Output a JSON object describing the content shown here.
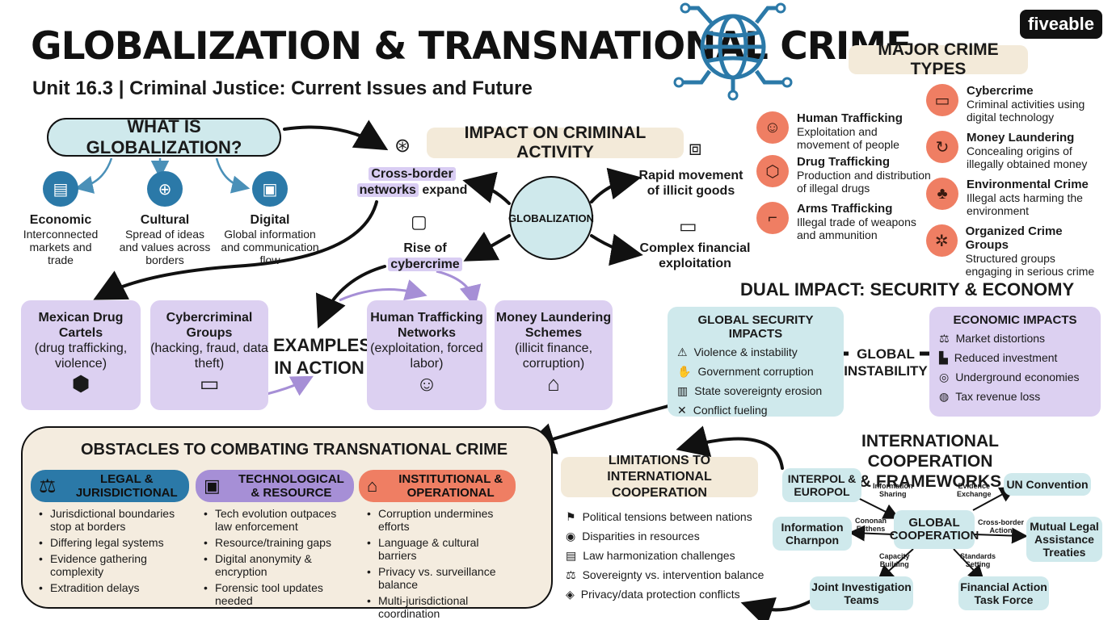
{
  "header": {
    "title": "GLOBALIZATION & TRANSNATIONAL CRIME",
    "subtitle": "Unit 16.3 |  Criminal Justice: Current Issues and Future",
    "brand": "fiveable"
  },
  "globalization": {
    "title": "WHAT IS GLOBALIZATION?",
    "items": [
      {
        "label": "Economic",
        "desc": "Interconnected markets and trade",
        "icon": "money-stack-icon"
      },
      {
        "label": "Cultural",
        "desc": "Spread of ideas and values across borders",
        "icon": "globe-icon"
      },
      {
        "label": "Digital",
        "desc": "Global information and communication flow",
        "icon": "chip-icon"
      }
    ]
  },
  "impact": {
    "title": "IMPACT ON CRIMINAL ACTIVITY",
    "center": "GLOBALIZATION",
    "cross_border_1": "Cross-border",
    "cross_border_2": "networks",
    "cross_border_3": "expand",
    "rise_1": "Rise of",
    "rise_2": "cybercrime",
    "rapid_1": "Rapid movement",
    "rapid_2": "of illicit goods",
    "complex_1": "Complex financial",
    "complex_2": "exploitation"
  },
  "major_crimes": {
    "title": "MAJOR CRIME TYPES",
    "left": [
      {
        "title": "Human Trafficking",
        "desc": "Exploitation and movement of people",
        "icon": "people-icon"
      },
      {
        "title": "Drug Trafficking",
        "desc": "Production and distribution of illegal drugs",
        "icon": "pills-icon"
      },
      {
        "title": "Arms Trafficking",
        "desc": "Illegal trade of weapons and ammunition",
        "icon": "gun-icon"
      }
    ],
    "right": [
      {
        "title": "Cybercrime",
        "desc": "Criminal activities using digital technology",
        "icon": "laptop-icon"
      },
      {
        "title": "Money Laundering",
        "desc": "Concealing origins of illegally obtained money",
        "icon": "cycle-icon"
      },
      {
        "title": "Environmental Crime",
        "desc": "Illegal acts harming the environment",
        "icon": "tree-icon"
      },
      {
        "title": "Organized Crime Groups",
        "desc": "Structured groups engaging in serious crime",
        "icon": "network-icon"
      }
    ]
  },
  "examples": {
    "center_1": "EXAMPLES",
    "center_2": "IN ACTION",
    "items": [
      {
        "title": "Mexican Drug Cartels",
        "desc": "(drug trafficking, violence)",
        "icon": "cubes-icon"
      },
      {
        "title": "Cybercriminal Groups",
        "desc": "(hacking, fraud, data theft)",
        "icon": "monitor-lock-icon"
      },
      {
        "title": "Human Trafficking Networks",
        "desc": "(exploitation, forced labor)",
        "icon": "people-icon"
      },
      {
        "title": "Money Laundering Schemes",
        "desc": "(illicit finance, corruption)",
        "icon": "bank-icon"
      }
    ]
  },
  "dual": {
    "title": "DUAL IMPACT: SECURITY & ECONOMY",
    "security_title": "GLOBAL SECURITY IMPACTS",
    "security_items": [
      {
        "text": "Violence & instability",
        "icon": "warning-icon"
      },
      {
        "text": "Government corruption",
        "icon": "handshake-icon"
      },
      {
        "text": "State sovereignty erosion",
        "icon": "building-icon"
      },
      {
        "text": "Conflict fueling",
        "icon": "swords-icon"
      }
    ],
    "middle_1": "GLOBAL",
    "middle_2": "INSTABILITY",
    "economic_title": "ECONOMIC IMPACTS",
    "economic_items": [
      {
        "text": "Market distortions",
        "icon": "scale-icon"
      },
      {
        "text": "Reduced investment",
        "icon": "factory-icon"
      },
      {
        "text": "Underground economies",
        "icon": "coins-icon"
      },
      {
        "text": "Tax revenue loss",
        "icon": "moneybag-icon"
      }
    ]
  },
  "obstacles": {
    "title": "OBSTACLES TO COMBATING TRANSNATIONAL CRIME",
    "columns": [
      {
        "title_1": "LEGAL &",
        "title_2": "JURISDICTIONAL",
        "icon": "scale-icon",
        "items": [
          "Jurisdictional boundaries stop at borders",
          "Differing legal systems",
          "Evidence gathering complexity",
          "Extradition delays"
        ]
      },
      {
        "title_1": "TECHNOLOGICAL",
        "title_2": "& RESOURCE",
        "icon": "chip-icon",
        "items": [
          "Tech evolution outpaces law enforcement",
          "Resource/training gaps",
          "Digital anonymity & encryption",
          "Forensic tool updates needed"
        ]
      },
      {
        "title_1": "INSTITUTIONAL &",
        "title_2": "OPERATIONAL",
        "icon": "bank-icon",
        "items": [
          "Corruption undermines efforts",
          "Language & cultural barriers",
          "Privacy vs. surveillance balance",
          "Multi-jurisdictional coordination"
        ]
      }
    ]
  },
  "limitations": {
    "title_1": "LIMITATIONS TO",
    "title_2": "INTERNATIONAL COOPERATION",
    "items": [
      {
        "text": "Political tensions between nations",
        "icon": "flag-icon"
      },
      {
        "text": "Disparities in resources",
        "icon": "hand-coin-icon"
      },
      {
        "text": "Law harmonization challenges",
        "icon": "document-icon"
      },
      {
        "text": "Sovereignty vs. intervention balance",
        "icon": "scale-icon"
      },
      {
        "text": "Privacy/data protection conflicts",
        "icon": "shield-icon"
      }
    ]
  },
  "cooperation": {
    "title_1": "INTERNATIONAL COOPERATION",
    "title_2": "& FRAMEWORKS",
    "center_1": "GLOBAL",
    "center_2": "COOPERATION",
    "interpol_1": "INTERPOL &",
    "interpol_2": "EUROPOL",
    "un": "UN Convention",
    "info_1": "Information",
    "info_2": "Charnpon",
    "mutual_1": "Mutual Legal",
    "mutual_2": "Assistance",
    "mutual_3": "Treaties",
    "joint_1": "Joint Investigation",
    "joint_2": "Teams",
    "fatf_1": "Financial Action",
    "fatf_2": "Task Force",
    "e_info_1": "Information",
    "e_info_2": "Sharing",
    "e_evid_1": "Evidence",
    "e_evid_2": "Exchange",
    "e_conon_1": "Cononan",
    "e_conon_2": "Euthens",
    "e_cross_1": "Cross-border",
    "e_cross_2": "Action",
    "e_cap_1": "Capacity",
    "e_cap_2": "Building",
    "e_std_1": "Standards",
    "e_std_2": "Setting"
  }
}
